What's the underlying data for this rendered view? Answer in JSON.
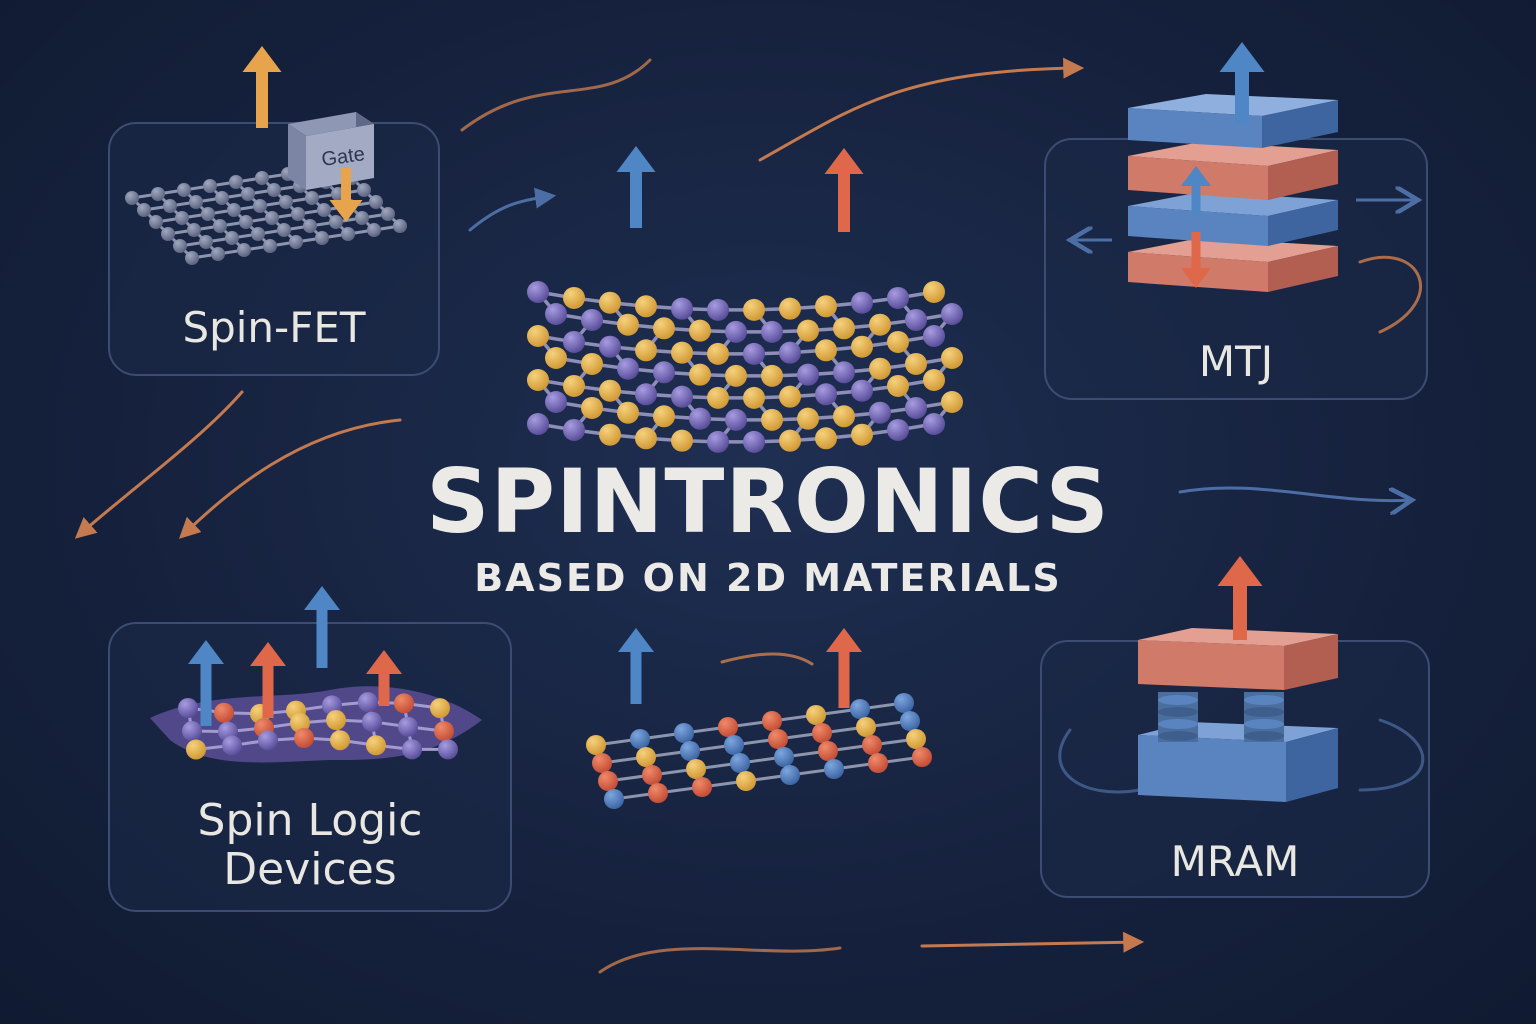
{
  "title": "SPINTRONICS",
  "subtitle": "BASED ON 2D MATERIALS",
  "cards": {
    "spin_fet": {
      "label": "Spin-FET",
      "gate_label": "Gate"
    },
    "mtj": {
      "label": "MTJ"
    },
    "spin_logic": {
      "label_line1": "Spin Logic",
      "label_line2": "Devices"
    },
    "mram": {
      "label": "MRAM"
    }
  },
  "colors": {
    "background": "#16223e",
    "spin_up_blue": "#4f86c6",
    "spin_orange": "#e0684a",
    "gate_arrow": "#e8a44c",
    "atom_purple": "#6f63b0",
    "atom_yellow": "#e2ad4a",
    "atom_red": "#d75c42",
    "atom_blue": "#4876b6",
    "atom_gray": "#6e7690",
    "flow_orange": "#c47a4e",
    "flow_blue": "#4d6ea4"
  }
}
